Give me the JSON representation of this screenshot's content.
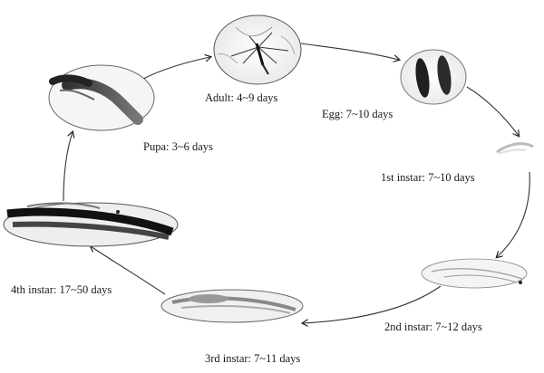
{
  "stages": [
    {
      "id": "adult",
      "label": "Adult: 4~9 days"
    },
    {
      "id": "egg",
      "label": "Egg: 7~10 days"
    },
    {
      "id": "instar1",
      "label": "1st instar: 7~10 days"
    },
    {
      "id": "instar2",
      "label": "2nd instar: 7~12 days"
    },
    {
      "id": "instar3",
      "label": "3rd instar: 7~11 days"
    },
    {
      "id": "instar4",
      "label": "4th instar: 17~50 days"
    },
    {
      "id": "pupa",
      "label": "Pupa: 3~6 days"
    }
  ],
  "cycle_direction": "clockwise"
}
